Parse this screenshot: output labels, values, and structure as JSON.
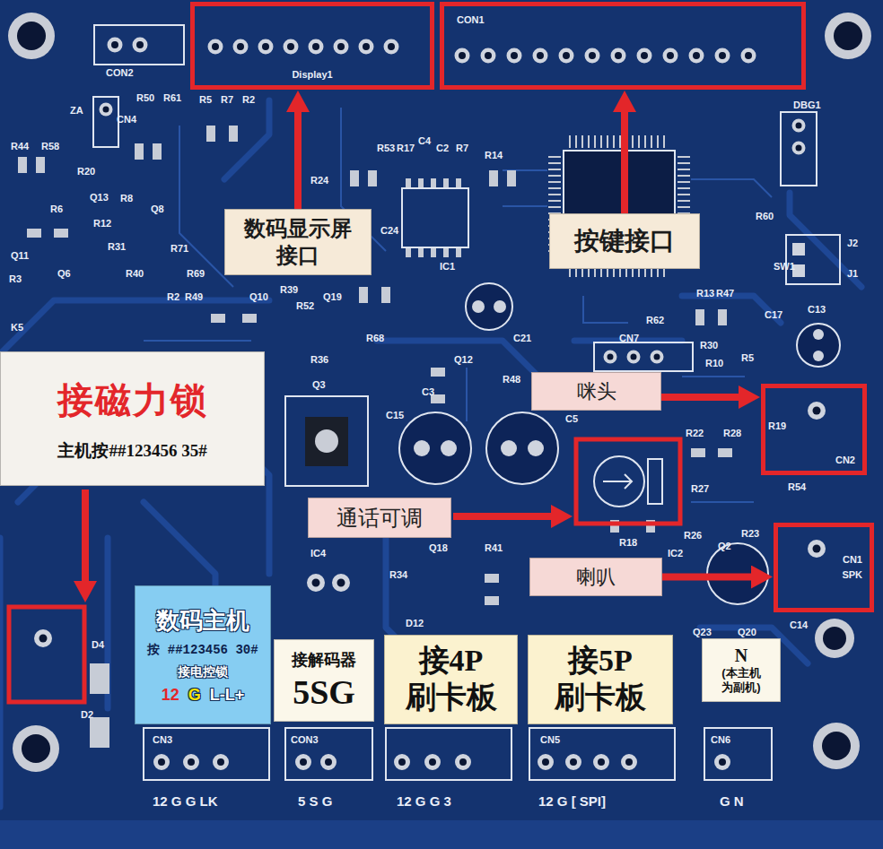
{
  "diagram": {
    "nodes": [
      {
        "text": [
          "Display1"
        ]
      },
      {
        "text": [
          "CON1"
        ]
      },
      {
        "text": [
          "数码显示屏 接口"
        ]
      },
      {
        "text": [
          "按键接口"
        ]
      },
      {
        "text": [
          "咪头"
        ]
      },
      {
        "text": [
          "CN2"
        ]
      },
      {
        "text": [
          "通话可调"
        ]
      },
      {
        "text": [
          "喇叭"
        ]
      },
      {
        "text": [
          "CN1",
          "SPK"
        ]
      },
      {
        "text": [
          "接磁力锁",
          "主机按##123456 35#"
        ]
      },
      {
        "text": [
          "数码主机",
          "按 ##123456 30#",
          "接电控锁",
          "12",
          "G",
          "L-L+"
        ]
      },
      {
        "text": [
          "接解码器",
          "5SG"
        ]
      },
      {
        "text": [
          "接4P 刷卡板"
        ]
      },
      {
        "text": [
          "接5P 刷卡板"
        ]
      },
      {
        "text": [
          "N",
          "(本主机为副机)"
        ]
      }
    ],
    "edges": [
      {
        "from": 2,
        "to": 0,
        "arrow": "to"
      },
      {
        "from": 3,
        "to": 1,
        "arrow": "to"
      },
      {
        "from": 4,
        "to": 5,
        "arrow": "to"
      },
      {
        "from": 7,
        "to": 8,
        "arrow": "to"
      }
    ],
    "labels": [
      "CON2",
      "ZA",
      "CN4",
      "R50",
      "R61",
      "R5",
      "R7",
      "R2",
      "R44",
      "R58",
      "R20",
      "Q13",
      "R8",
      "R6",
      "Q8",
      "R12",
      "Q11",
      "R31",
      "R3",
      "Q6",
      "R40",
      "R71",
      "R69",
      "R2",
      "R49",
      "Q10",
      "R39",
      "R52",
      "Q19",
      "R68",
      "R36",
      "Q3",
      "R53",
      "R17",
      "C4",
      "C2",
      "R7",
      "R14",
      "R24",
      "C24",
      "IC1",
      "C21",
      "R62",
      "CN7",
      "R60",
      "DBG1",
      "J2",
      "J1",
      "SW1",
      "R13",
      "R47",
      "C17",
      "C13",
      "R30",
      "R10",
      "R5",
      "Q12",
      "R48",
      "C3",
      "C15",
      "R22",
      "R28",
      "R27",
      "R26",
      "R23",
      "Q2",
      "R54",
      "R19",
      "IC2",
      "R18",
      "R41",
      "Q18",
      "R34",
      "IC4",
      "D12",
      "D4",
      "D2",
      "Q23",
      "Q20",
      "C14",
      "K5",
      "C5",
      "CN3",
      "CON3",
      "CN5",
      "CN6",
      "12 G G LK",
      "5 S G",
      "12 G G 3",
      "12 G [ SPI]",
      "G N"
    ]
  }
}
